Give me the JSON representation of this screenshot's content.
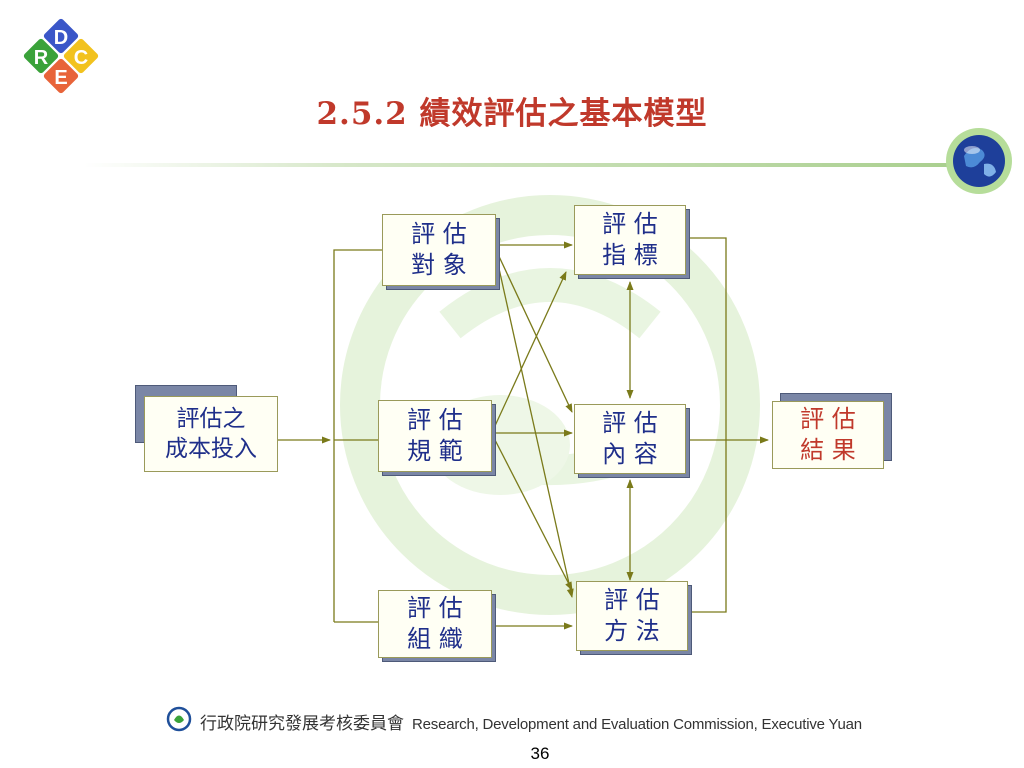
{
  "slide": {
    "title": "2.5.2  績效評估之基本模型",
    "footer_org_zh": "行政院研究發展考核委員會",
    "footer_org_en": "Research, Development and Evaluation Commission, Executive Yuan",
    "page_number": "36",
    "logo_letters": [
      "R",
      "D",
      "E",
      "C"
    ]
  },
  "diagram": {
    "nodes": {
      "input": "評估之\n成本投入",
      "object": "評 估\n對 象",
      "norm": "評 估\n規 範",
      "org": "評 估\n組 織",
      "indicator": "評 估\n指 標",
      "content": "評 估\n內 容",
      "method": "評 估\n方 法",
      "result": "評 估\n結 果"
    },
    "colors": {
      "text": "#1f2f8a",
      "result_text": "#c0392b",
      "connector": "#7a7a1a",
      "box_border": "#9a9a5a"
    }
  }
}
